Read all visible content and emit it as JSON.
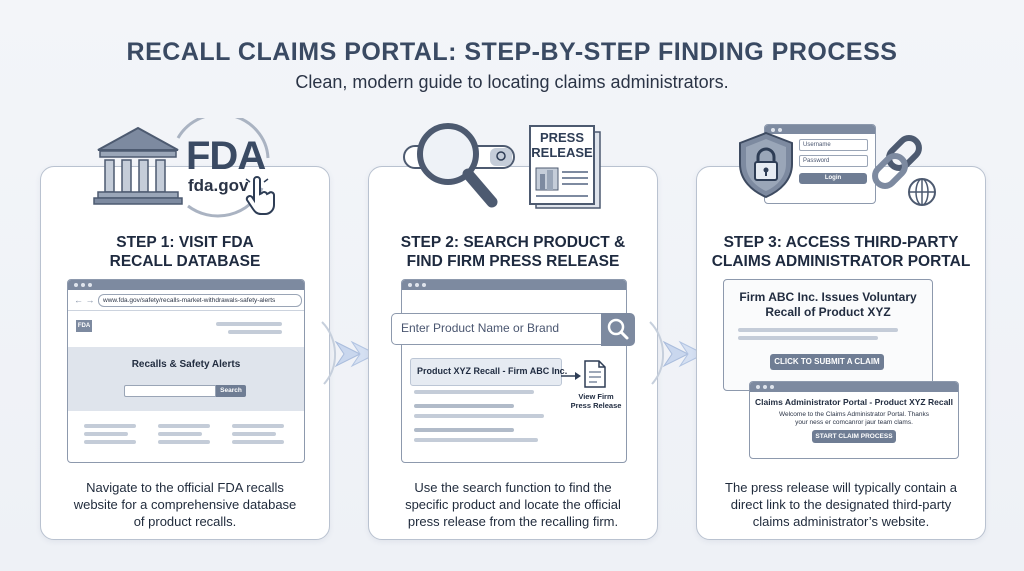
{
  "header": {
    "title": "RECALL CLAIMS PORTAL: STEP-BY-STEP FINDING PROCESS",
    "subtitle": "Clean, modern guide to locating claims administrators."
  },
  "step1": {
    "title_line1": "STEP 1: VISIT FDA",
    "title_line2": "RECALL DATABASE",
    "logo_text": "FDA",
    "logo_domain": "fda.gov",
    "url": "www.fda.gov/safety/recalls-market-withdrawals-safety-alerts",
    "page_logo": "FDA",
    "page_heading": "Recalls & Safety Alerts",
    "search_button": "Search",
    "desc_line1": "Navigate to the official FDA recalls",
    "desc_line2": "website for a comprehensive database",
    "desc_line3": "of product recalls."
  },
  "step2": {
    "title_line1": "STEP 2: SEARCH PRODUCT &",
    "title_line2": "FIND FIRM PRESS RELEASE",
    "press_line1": "PRESS",
    "press_line2": "RELEASE",
    "search_placeholder": "Enter Product Name or Brand",
    "result_title": "Product XYZ Recall - Firm ABC Inc.",
    "view_line1": "View Firm",
    "view_line2": "Press Release",
    "desc_line1": "Use the search function to find the",
    "desc_line2": "specific product and locate the official",
    "desc_line3": "press release from the recalling firm."
  },
  "step3": {
    "title_line1": "STEP 3: ACCESS THIRD-PARTY",
    "title_line2": "CLAIMS ADMINISTRATOR PORTAL",
    "login_username": "Username",
    "login_password": "Password",
    "login_button": "Login",
    "release_line1": "Firm ABC Inc. Issues Voluntary",
    "release_line2": "Recall of Product XYZ",
    "claim_button": "CLICK TO SUBMIT A CLAIM",
    "portal_title": "Claims Administrator Portal - Product XYZ Recall",
    "portal_text1": "Welcome to the Claims Administrator Portal. Thanks",
    "portal_text2": "your ness er comcanror jaur team clams.",
    "portal_button": "START CLAIM PROCESS",
    "desc_line1": "The press release will typically contain a",
    "desc_line2": "direct link to the designated third-party",
    "desc_line3": "claims administrator’s website."
  },
  "colors": {
    "accent": "#6f7d94",
    "arrow": "#c9d7ee",
    "text": "#1f2a3b"
  }
}
